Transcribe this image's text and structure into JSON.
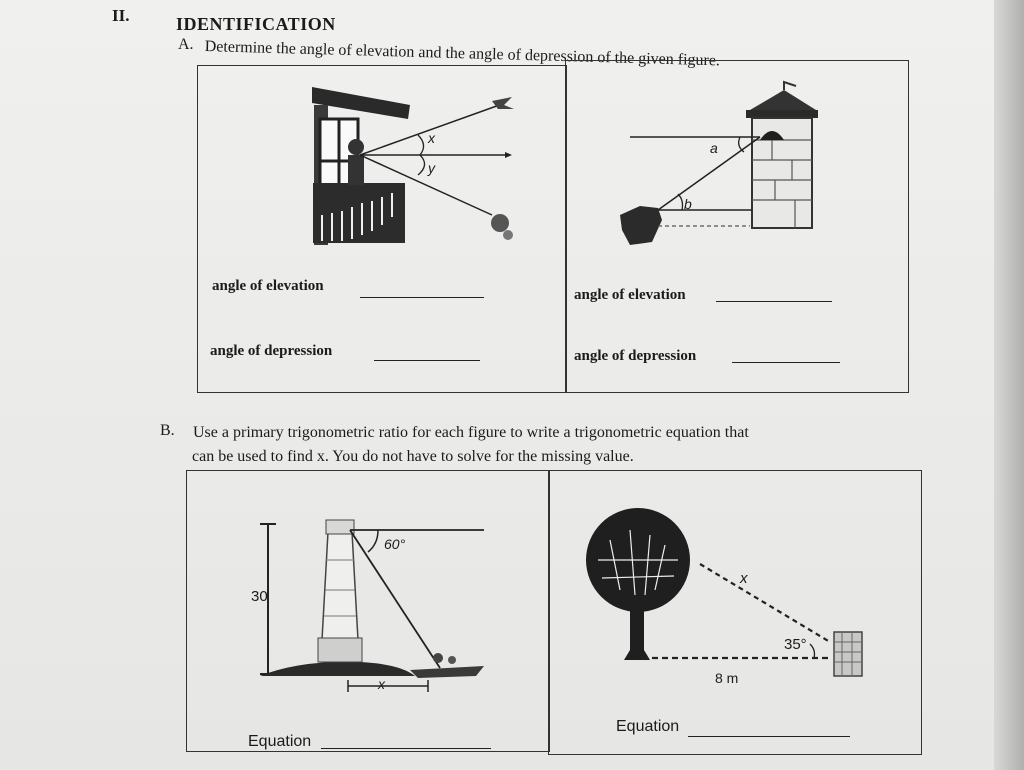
{
  "header": {
    "section_number": "II.",
    "section_title": "IDENTIFICATION"
  },
  "part_a": {
    "label": "A.",
    "instruction": "Determine the angle of elevation and the angle of depression of the given figure.",
    "figure1": {
      "angle_label_x": "x",
      "angle_label_y": "y",
      "elevation_label": "angle of elevation",
      "depression_label": "angle of depression"
    },
    "figure2": {
      "angle_label_a": "a",
      "angle_label_b": "b",
      "elevation_label": "angle of elevation",
      "depression_label": "angle of depression"
    }
  },
  "part_b": {
    "label": "B.",
    "instruction_line1": "Use a primary trigonometric ratio for each figure  to write a trigonometric equation that",
    "instruction_line2": "can be used to find x.  You do not have to solve for the missing value.",
    "figure1": {
      "height_label": "30",
      "angle_label": "60°",
      "base_label": "x",
      "equation_label": "Equation"
    },
    "figure2": {
      "hyp_label": "x",
      "angle_label": "35°",
      "base_label": "8 m",
      "equation_label": "Equation"
    }
  }
}
